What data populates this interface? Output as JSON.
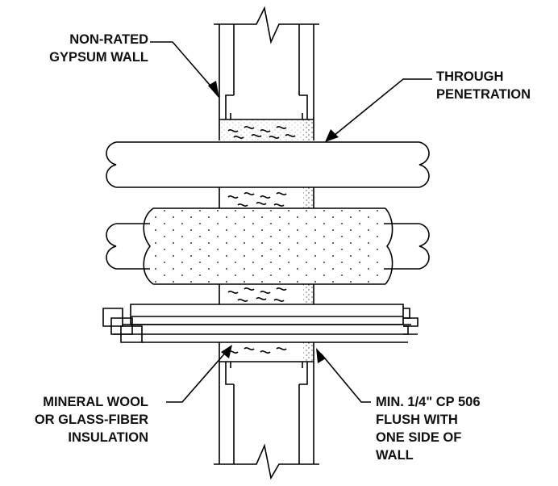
{
  "labels": {
    "wall": [
      "NON-RATED",
      "GYPSUM WALL"
    ],
    "penetration": [
      "THROUGH",
      "PENETRATION"
    ],
    "insulation": [
      "MINERAL WOOL",
      "OR GLASS-FIBER",
      "INSULATION"
    ],
    "sealant": [
      "MIN. 1/4\" CP 506",
      "FLUSH WITH",
      "ONE SIDE OF",
      "WALL"
    ]
  },
  "colors": {
    "line": "#000000",
    "background": "#ffffff"
  }
}
